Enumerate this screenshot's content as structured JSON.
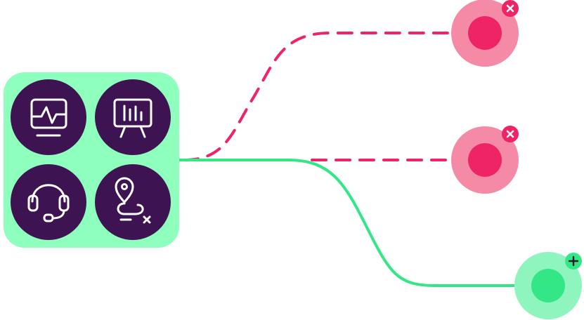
{
  "colors": {
    "background": "#ffffff",
    "panel": "#8effbd",
    "icon_circle": "#3d1451",
    "icon_stroke": "#ffffff",
    "success": "#33e686",
    "success_halo": "#8ef5bf",
    "error": "#ee2466",
    "error_halo": "#f58aa6",
    "badge_glyph_dark": "#1f1b2e"
  },
  "hub": {
    "icons": [
      "monitor-activity-icon",
      "presentation-chart-icon",
      "headset-icon",
      "route-cancel-icon"
    ]
  },
  "connections": [
    {
      "target": "endpoint-top",
      "status": "failed",
      "line_style": "dashed"
    },
    {
      "target": "endpoint-middle",
      "status": "failed",
      "line_style": "dashed"
    },
    {
      "target": "endpoint-bottom",
      "status": "connected",
      "line_style": "solid"
    }
  ],
  "endpoints": [
    {
      "name": "endpoint-top",
      "status": "failed",
      "badge_icon": "close-icon",
      "badge_glyph": "×"
    },
    {
      "name": "endpoint-middle",
      "status": "failed",
      "badge_icon": "close-icon",
      "badge_glyph": "×"
    },
    {
      "name": "endpoint-bottom",
      "status": "connected",
      "badge_icon": "plus-icon",
      "badge_glyph": "+"
    }
  ]
}
